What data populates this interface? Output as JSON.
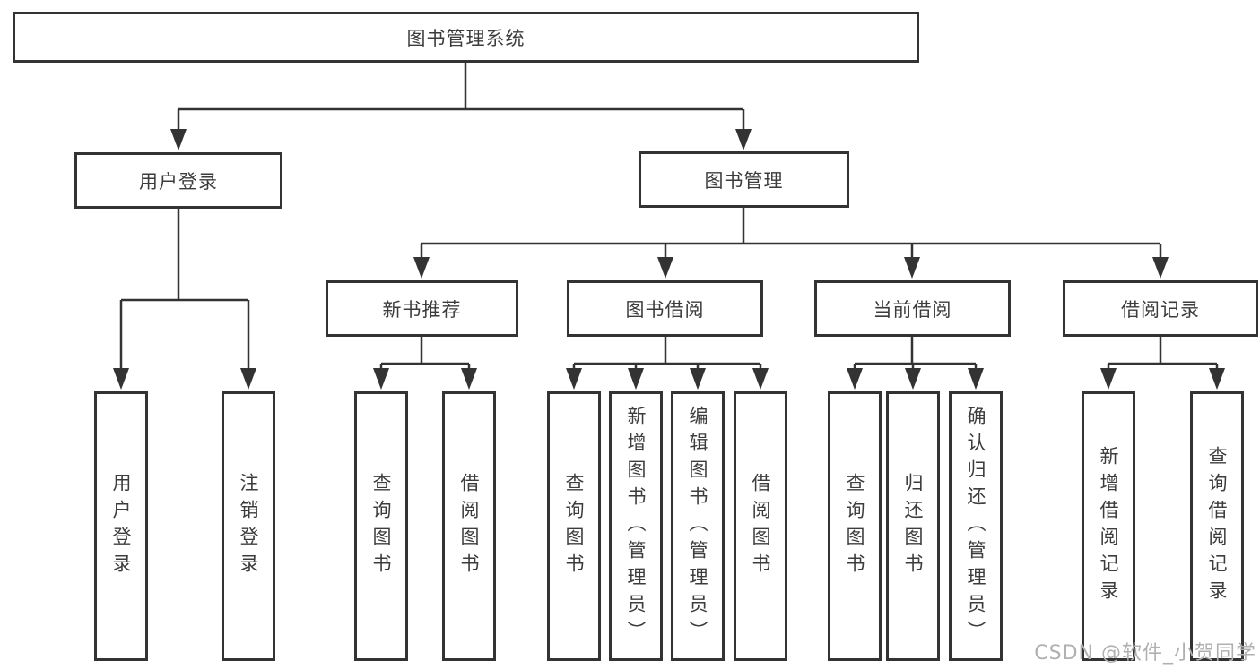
{
  "diagram": {
    "title": "图书管理系统",
    "colors": {
      "line": "#333333",
      "box_border": "#333333",
      "text": "#3c3c3c",
      "background": "#ffffff",
      "watermark": "#b0b0b0"
    },
    "root": {
      "label": "图书管理系统"
    },
    "level2": [
      {
        "label": "用户登录"
      },
      {
        "label": "图书管理"
      }
    ],
    "level3": [
      {
        "label": "新书推荐",
        "parent": "图书管理"
      },
      {
        "label": "图书借阅",
        "parent": "图书管理"
      },
      {
        "label": "当前借阅",
        "parent": "图书管理"
      },
      {
        "label": "借阅记录",
        "parent": "图书管理"
      }
    ],
    "leaves": [
      {
        "label": "用户登录",
        "parent": "用户登录"
      },
      {
        "label": "注销登录",
        "parent": "用户登录"
      },
      {
        "label": "查询图书",
        "parent": "新书推荐"
      },
      {
        "label": "借阅图书",
        "parent": "新书推荐"
      },
      {
        "label": "查询图书",
        "parent": "图书借阅"
      },
      {
        "label": "新增图书（管理员）",
        "parent": "图书借阅"
      },
      {
        "label": "编辑图书（管理员）",
        "parent": "图书借阅"
      },
      {
        "label": "借阅图书",
        "parent": "图书借阅"
      },
      {
        "label": "查询图书",
        "parent": "当前借阅"
      },
      {
        "label": "归还图书",
        "parent": "当前借阅"
      },
      {
        "label": "确认归还（管理员）",
        "parent": "当前借阅"
      },
      {
        "label": "新增借阅记录",
        "parent": "借阅记录"
      },
      {
        "label": "查询借阅记录",
        "parent": "借阅记录"
      }
    ],
    "watermark": "CSDN @软件_小贺同学"
  }
}
